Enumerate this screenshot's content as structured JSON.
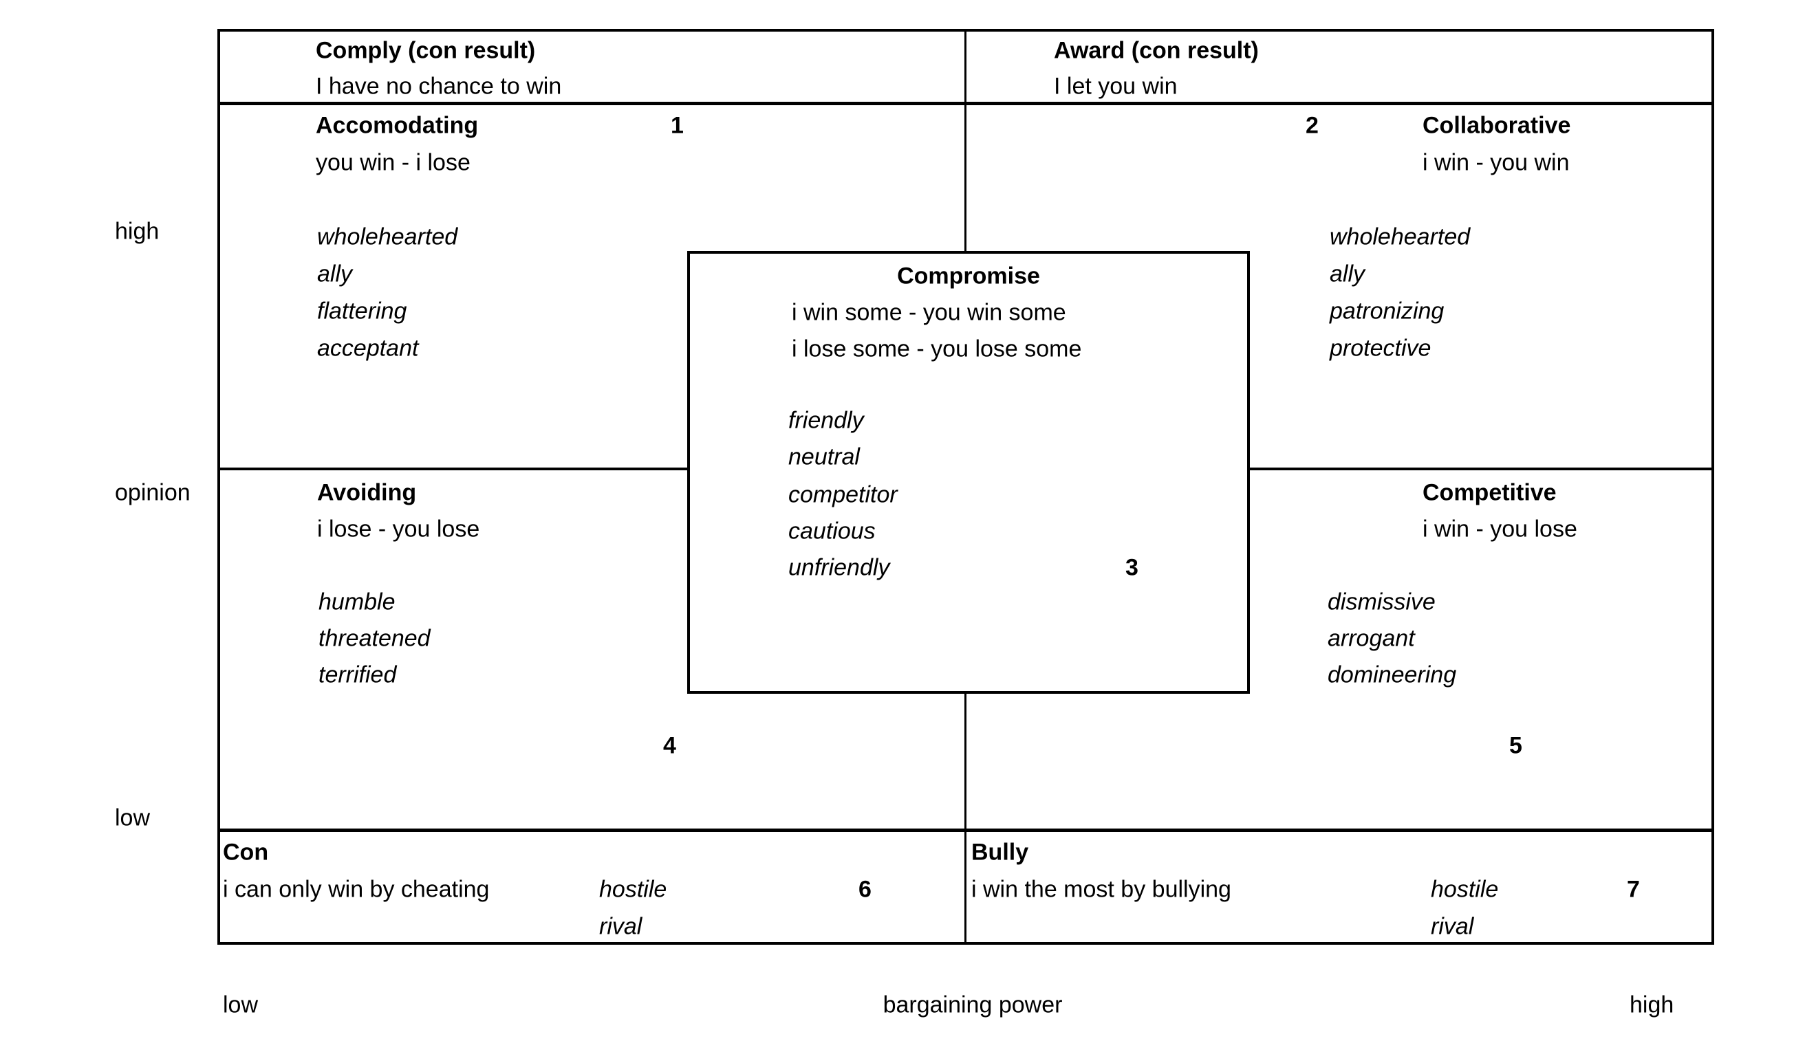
{
  "colors": {
    "background": "#ffffff",
    "line": "#000000",
    "text": "#000000"
  },
  "axis": {
    "y": {
      "high": "high",
      "label": "opinion",
      "low": "low"
    },
    "x": {
      "low": "low",
      "label": "bargaining power",
      "high": "high"
    }
  },
  "header": {
    "comply": {
      "title": "Comply (con result)",
      "subtitle": "I have no chance to win"
    },
    "award": {
      "title": "Award (con result)",
      "subtitle": "I let you win"
    }
  },
  "quadrants": {
    "accommodating": {
      "number": "1",
      "name": "Accomodating",
      "outcome": "you win - i lose",
      "traits": [
        "wholehearted",
        "ally",
        "flattering",
        "acceptant"
      ]
    },
    "collaborative": {
      "number": "2",
      "name": "Collaborative",
      "outcome": "i win - you win",
      "traits": [
        "wholehearted",
        "ally",
        "patronizing",
        "protective"
      ]
    },
    "avoiding": {
      "number": "4",
      "name": "Avoiding",
      "outcome": "i lose - you lose",
      "traits": [
        "humble",
        "threatened",
        "terrified"
      ]
    },
    "competitive": {
      "number": "5",
      "name": "Competitive",
      "outcome": "i win - you lose",
      "traits": [
        "dismissive",
        "arrogant",
        "domineering"
      ]
    }
  },
  "compromise": {
    "number": "3",
    "name": "Compromise",
    "outcome_win": "i win some - you win some",
    "outcome_lose": "i lose some - you lose some",
    "traits": [
      "friendly",
      "neutral",
      "competitor",
      "cautious",
      "unfriendly"
    ]
  },
  "strategies": {
    "con": {
      "number": "6",
      "name": "Con",
      "description": "i can only win by cheating",
      "traits": [
        "hostile",
        "rival"
      ]
    },
    "bully": {
      "number": "7",
      "name": "Bully",
      "description": "i win the most by bullying",
      "traits": [
        "hostile",
        "rival"
      ]
    }
  }
}
